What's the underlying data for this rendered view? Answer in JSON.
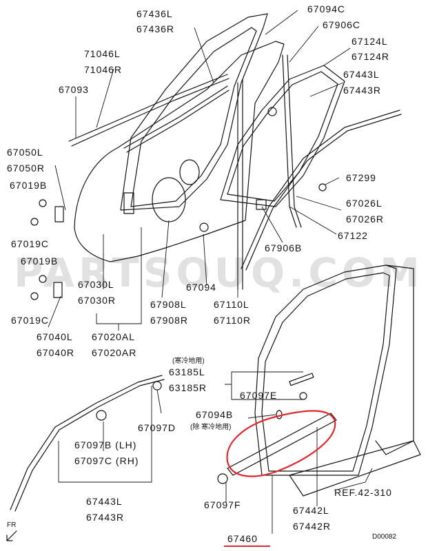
{
  "watermark": "PARTSOUQ.COM",
  "diagram_code": "D00082",
  "front_marker": "FR",
  "colors": {
    "highlight": "#e0262b",
    "line": "#111111",
    "watermark": "#9a9a9a"
  },
  "labels": {
    "p67436l": "67436L",
    "p67436r": "67436R",
    "p67094c": "67094C",
    "p67906c": "67906C",
    "p67124l": "67124L",
    "p67124r": "67124R",
    "p71046l": "71046L",
    "p71046r": "71046R",
    "p67443l_top": "67443L",
    "p67443r_top": "67443R",
    "p67093": "67093",
    "p67050l": "67050L",
    "p67050r": "67050R",
    "p67019b_top": "67019B",
    "p67299": "67299",
    "p67026l": "67026L",
    "p67026r": "67026R",
    "p67019c_top": "67019C",
    "p67122": "67122",
    "p67906b": "67906B",
    "p67019b_bot": "67019B",
    "p67030l": "67030L",
    "p67030r": "67030R",
    "p67094": "67094",
    "p67908l": "67908L",
    "p67908r": "67908R",
    "p67110l": "67110L",
    "p67110r": "67110R",
    "p67019c_bot": "67019C",
    "p67040l": "67040L",
    "p67040r": "67040R",
    "p67020al": "67020AL",
    "p67020ar": "67020AR",
    "note_cold": "(寒冷地用)",
    "p63185l": "63185L",
    "p63185r": "63185R",
    "p67097e": "67097E",
    "p67097d": "67097D",
    "p67094b": "67094B",
    "note_excl_cold": "(除 寒冷地用)",
    "p67097b": "67097B (LH)",
    "p67097c": "67097C (RH)",
    "ref": "REF.42-310",
    "p67443l_bot": "67443L",
    "p67443r_bot": "67443R",
    "p67097f": "67097F",
    "p67442l": "67442L",
    "p67442r": "67442R",
    "p67460": "67460"
  }
}
